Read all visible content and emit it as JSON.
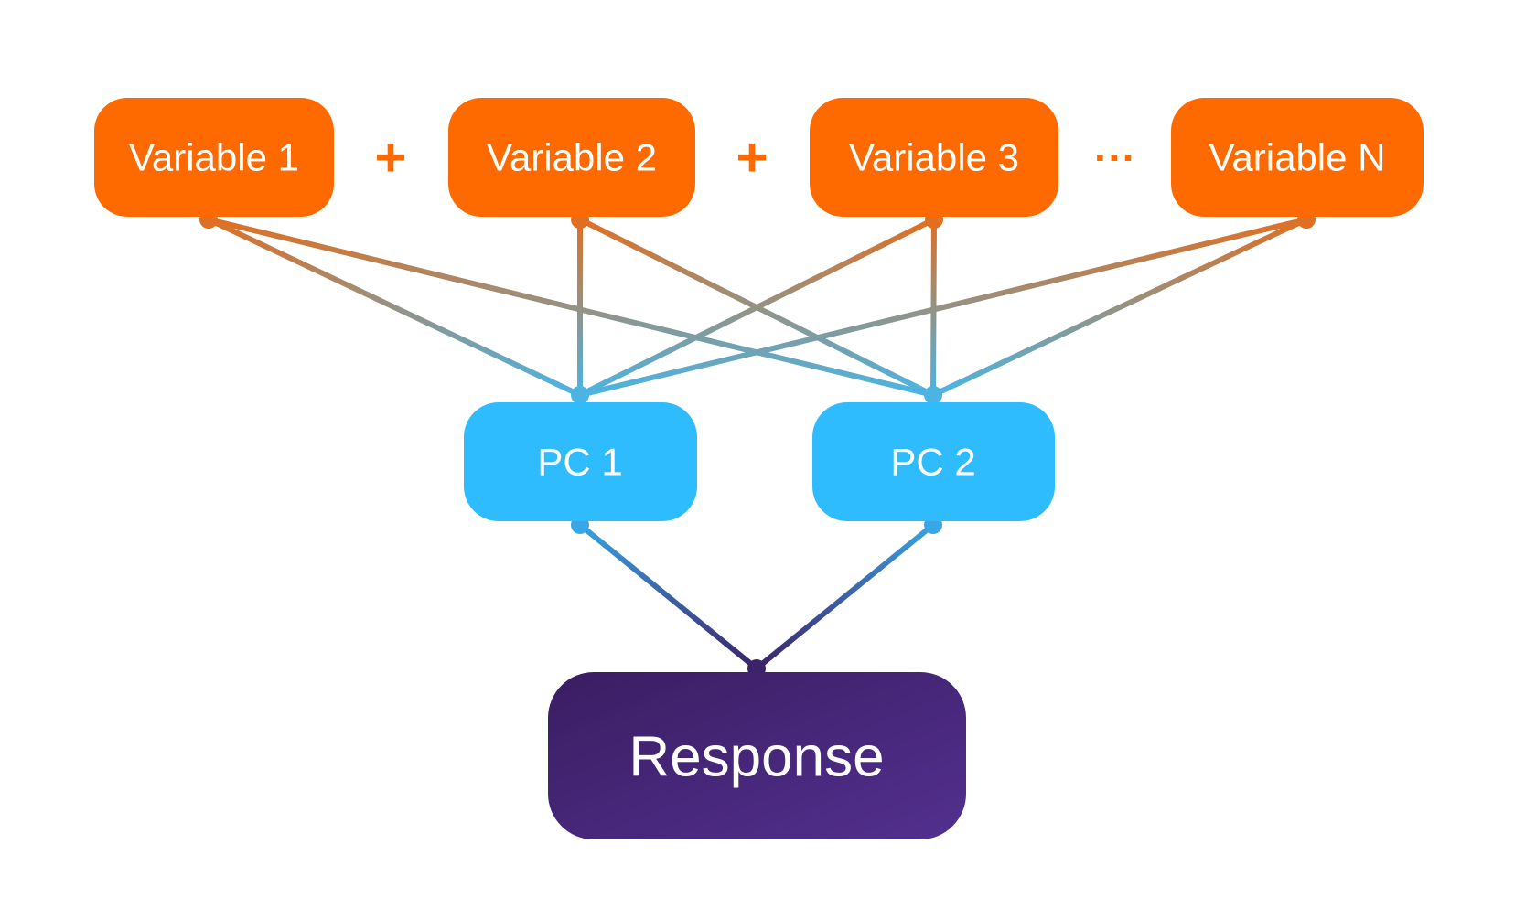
{
  "colors": {
    "variable_fill": "#ff6a00",
    "pc_fill": "#2ebcff",
    "response_fill_start": "#3a1d62",
    "response_fill_end": "#52308f",
    "operator_color": "#ff6a00",
    "edge_top": "#e06f22",
    "edge_bottom": "#4bb4e3",
    "edge2_top": "#3ba6e5",
    "edge2_bottom": "#3c2368",
    "text_color": "#ffffff"
  },
  "variables": [
    {
      "id": "v1",
      "label": "Variable 1"
    },
    {
      "id": "v2",
      "label": "Variable 2"
    },
    {
      "id": "v3",
      "label": "Variable 3"
    },
    {
      "id": "vn",
      "label": "Variable N"
    }
  ],
  "operators": [
    "+",
    "+",
    "···"
  ],
  "components": [
    {
      "id": "pc1",
      "label": "PC 1"
    },
    {
      "id": "pc2",
      "label": "PC 2"
    }
  ],
  "response": {
    "id": "response",
    "label": "Response"
  },
  "edges": [
    {
      "from": "v1",
      "to": "pc1"
    },
    {
      "from": "v1",
      "to": "pc2"
    },
    {
      "from": "v2",
      "to": "pc1"
    },
    {
      "from": "v2",
      "to": "pc2"
    },
    {
      "from": "v3",
      "to": "pc1"
    },
    {
      "from": "v3",
      "to": "pc2"
    },
    {
      "from": "vn",
      "to": "pc1"
    },
    {
      "from": "vn",
      "to": "pc2"
    },
    {
      "from": "pc1",
      "to": "response"
    },
    {
      "from": "pc2",
      "to": "response"
    }
  ]
}
